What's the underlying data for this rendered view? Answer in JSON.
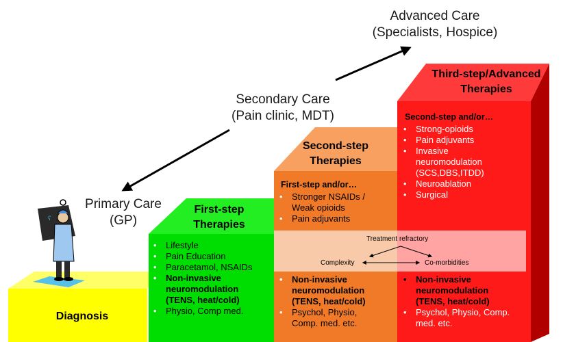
{
  "care_levels": {
    "advanced": {
      "line1": "Advanced Care",
      "line2": "(Specialists, Hospice)"
    },
    "secondary": {
      "line1": "Secondary Care",
      "line2": "(Pain clinic, MDT)"
    },
    "primary": {
      "line1": "Primary Care",
      "line2": "(GP)"
    }
  },
  "steps": {
    "diagnosis": {
      "title": "Diagnosis",
      "color": "#ffff00"
    },
    "first": {
      "title1": "First-step",
      "title2": "Therapies",
      "color": "#00dd00",
      "items": [
        "Lifestyle",
        "Pain Education",
        "Paracetamol, NSAIDs"
      ],
      "bold1": "Non-invasive",
      "bold2": "neuromodulation",
      "bold3": "(TENS, heat/cold)",
      "last": "Physio, Comp med."
    },
    "second": {
      "title1": "Second-step",
      "title2": "Therapies",
      "color": "#f07a28",
      "header": "First-step and/or…",
      "item1a": "Stronger NSAIDs /",
      "item1b": "Weak opioids",
      "item2": "Pain adjuvants",
      "bold1": "Non-invasive",
      "bold2": "neuromodulation",
      "bold3": "(TENS, heat/cold)",
      "last1": "Psychol, Physio,",
      "last2": "Comp. med. etc."
    },
    "third": {
      "title1": "Third-step/Advanced",
      "title2": "Therapies",
      "color": "#ff1a1a",
      "header": "Second-step and/or…",
      "item1": "Strong-opioids",
      "item2": "Pain adjuvants",
      "item3a": "Invasive",
      "item3b": "neuromodulation",
      "item3c": "(SCS,DBS,ITDD)",
      "item4": "Neuroablation",
      "item5": "Surgical",
      "bold1": "Non-invasive",
      "bold2": "neuromodulation",
      "bold3": "(TENS, heat/cold)",
      "last1": "Psychol, Physio, Comp.",
      "last2": "med. etc."
    }
  },
  "band": {
    "treatment": "Treatment refractory",
    "complexity": "Complexity",
    "comorbidities": "Co-morbidities"
  }
}
